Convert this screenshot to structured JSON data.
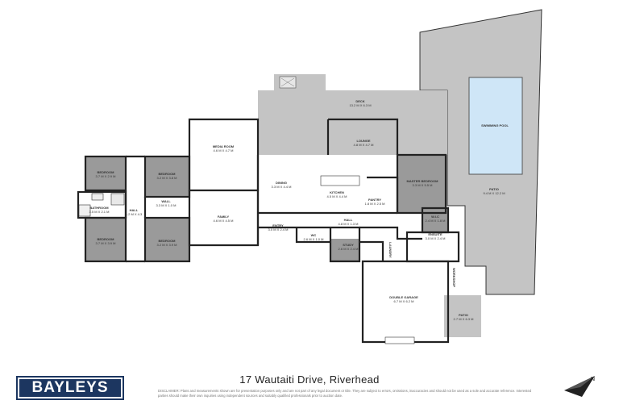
{
  "address": "17 Wautaiti Drive, Riverhead",
  "brand": "BAYLEYS",
  "disclaimer": "DISCLAIMER: Plans and measurements shown are for presentation purposes only and are not part of any legal document or title. They are subject to errors, omissions, inaccuracies and should not be used as a sole and accurate reference. Interested parties should make their own inquiries using independent sources and suitably qualified professionals prior to auction date.",
  "compass_label": "N",
  "colors": {
    "indoor": "#ffffff",
    "outdoor": "#c4c4c4",
    "wet_area": "#9a9a9a",
    "pool": "#cfe6f7",
    "walls": "#222222",
    "brand": "#1c3660"
  },
  "rooms": [
    {
      "key": "deck",
      "name": "DECK",
      "dims": "13.2 M X 6.3 M"
    },
    {
      "key": "swimming_pool",
      "name": "SWIMMING POOL",
      "dims": ""
    },
    {
      "key": "patio_main",
      "name": "PATIO",
      "dims": "9.4 M X 12.2 M"
    },
    {
      "key": "media_room",
      "name": "MEDIA ROOM",
      "dims": "4.6 M X 4.7 M"
    },
    {
      "key": "lounge",
      "name": "LOUNGE",
      "dims": "4.8 M X 4.7 M"
    },
    {
      "key": "dining",
      "name": "DINING",
      "dims": "3.3 M X 4.4 M"
    },
    {
      "key": "kitchen",
      "name": "KITCHEN",
      "dims": "4.5 M X 4.4 M"
    },
    {
      "key": "pantry",
      "name": "PANTRY",
      "dims": "1.8 M X 2.5 M"
    },
    {
      "key": "master_bedroom",
      "name": "MASTER BEDROOM",
      "dims": "3.3 M X 5.5 M"
    },
    {
      "key": "bedroom_1",
      "name": "BEDROOM",
      "dims": "3.7 M X 2.9 M"
    },
    {
      "key": "bedroom_2",
      "name": "BEDROOM",
      "dims": "3.2 M X 3.8 M"
    },
    {
      "key": "bathroom",
      "name": "BATHROOM",
      "dims": "3.5 M X 2.1 M"
    },
    {
      "key": "hall_west",
      "name": "HALL",
      "dims": "1.2 M X 4.3"
    },
    {
      "key": "wall_small",
      "name": "WALL",
      "dims": "3.3 M X 1.0 M"
    },
    {
      "key": "bedroom_3",
      "name": "BEDROOM",
      "dims": "3.7 M X 3.9 M"
    },
    {
      "key": "bedroom_4",
      "name": "BEDROOM",
      "dims": "3.2 M X 3.9 M"
    },
    {
      "key": "family",
      "name": "FAMILY",
      "dims": "4.6 M X 4.5 M"
    },
    {
      "key": "entry",
      "name": "ENTRY",
      "dims": "3.0 M X 2.4 M"
    },
    {
      "key": "wc",
      "name": "WC",
      "dims": "2.6 M X 1.0 M"
    },
    {
      "key": "hall_main",
      "name": "HALL",
      "dims": "4.8 M X 1.3 M"
    },
    {
      "key": "study",
      "name": "STUDY",
      "dims": "2.6 M X 2.4 M"
    },
    {
      "key": "laundry",
      "name": "LAUNDRY",
      "dims": ""
    },
    {
      "key": "wic",
      "name": "W.I.C",
      "dims": "2.4 M X 1.8 M"
    },
    {
      "key": "ensuite",
      "name": "ENSUITE",
      "dims": "3.0 M X 2.4 M"
    },
    {
      "key": "workshop",
      "name": "WORKSHOP",
      "dims": ""
    },
    {
      "key": "double_garage",
      "name": "DOUBLE GARAGE",
      "dims": "6.7 M X 6.2 M"
    },
    {
      "key": "patio_small",
      "name": "PATIO",
      "dims": "2.7 M X 6.3 M"
    }
  ]
}
